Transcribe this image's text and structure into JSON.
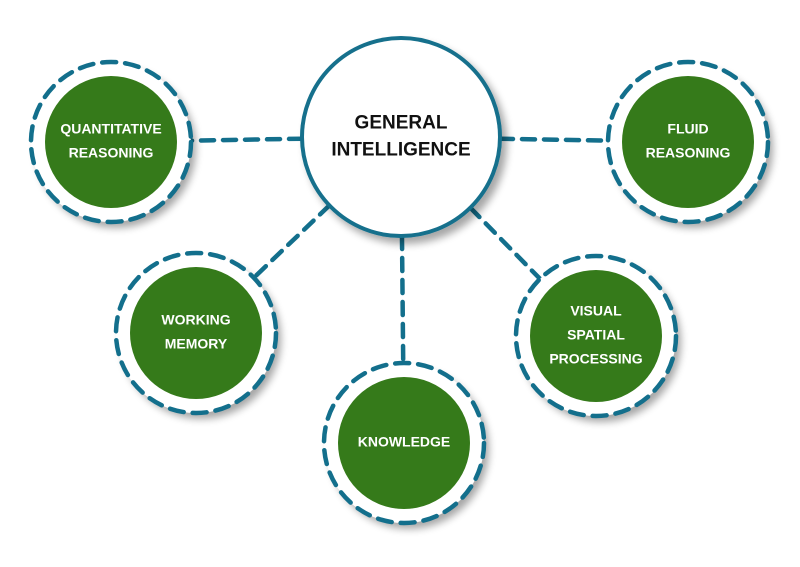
{
  "title": "General Intelligence diagram",
  "colors": {
    "ring": "#136f8c",
    "node_fill": "#357a1a",
    "center_fill": "#ffffff",
    "center_text": "#111111",
    "node_text": "#ffffff"
  },
  "center": {
    "id": "general-intelligence",
    "lines": [
      "GENERAL",
      "INTELLIGENCE"
    ]
  },
  "nodes": [
    {
      "id": "quantitative-reasoning",
      "lines": [
        "QUANTITATIVE",
        "REASONING"
      ],
      "position": "left"
    },
    {
      "id": "fluid-reasoning",
      "lines": [
        "FLUID",
        "REASONING"
      ],
      "position": "right"
    },
    {
      "id": "working-memory",
      "lines": [
        "WORKING",
        "MEMORY"
      ],
      "position": "bottom-left"
    },
    {
      "id": "knowledge",
      "lines": [
        "KNOWLEDGE"
      ],
      "position": "bottom"
    },
    {
      "id": "visual-spatial-processing",
      "lines": [
        "VISUAL",
        "SPATIAL",
        "PROCESSING"
      ],
      "position": "bottom-right"
    }
  ]
}
